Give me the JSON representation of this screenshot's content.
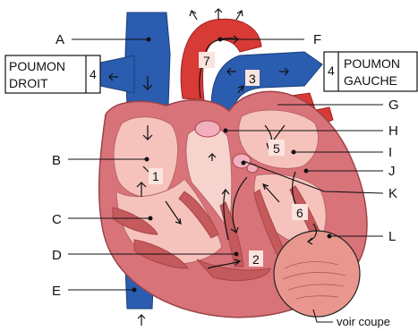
{
  "labels": {
    "A": "A",
    "B": "B",
    "C": "C",
    "D": "D",
    "E": "E",
    "F": "F",
    "G": "G",
    "H": "H",
    "I": "I",
    "J": "J",
    "K": "K",
    "L": "L"
  },
  "numbers": {
    "n1": "1",
    "n2": "2",
    "n3": "3",
    "n4_left": "4",
    "n4_right": "4",
    "n5": "5",
    "n6": "6",
    "n7": "7"
  },
  "boxes": {
    "left_line1": "POUMON",
    "left_line2": "DROIT",
    "right_line1": "POUMON",
    "right_line2": "GAUCHE"
  },
  "note": "voir coupe",
  "colors": {
    "heart_outer": "#d9737a",
    "heart_wall": "#e58e8c",
    "chamber": "#f6c3bc",
    "muscle": "#c55a5d",
    "vein_blue": "#2457a8",
    "artery_red": "#d83a36"
  }
}
